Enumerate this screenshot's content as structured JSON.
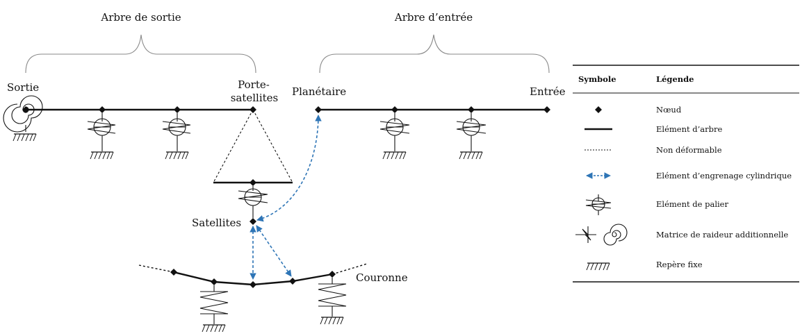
{
  "diagram": {
    "groups": {
      "output_shaft": "Arbre de sortie",
      "input_shaft": "Arbre d’entrée"
    },
    "labels": {
      "output": "Sortie",
      "carrier_line1": "Porte-",
      "carrier_line2": "satellites",
      "sun": "Planétaire",
      "input": "Entrée",
      "planets": "Satellites",
      "ring": "Couronne"
    }
  },
  "legend": {
    "header_symbol": "Symbole",
    "header_legend": "Légende",
    "items": [
      {
        "icon": "node-diamond-icon",
        "label": "Nœud"
      },
      {
        "icon": "shaft-element-line-icon",
        "label": "Elément d’arbre"
      },
      {
        "icon": "rigid-dashed-line-icon",
        "label": "Non déformable"
      },
      {
        "icon": "gear-mesh-arrow-icon",
        "label": "Elément d’engrenage cylindrique"
      },
      {
        "icon": "bearing-icon",
        "label": "Elément de palier"
      },
      {
        "icon": "stiffness-spring-spiral-icon",
        "label": "Matrice de raideur additionnelle"
      },
      {
        "icon": "fixed-ground-icon",
        "label": "Repère fixe"
      }
    ]
  },
  "colors": {
    "ink": "#111111",
    "gear_mesh": "#2e75b6"
  }
}
